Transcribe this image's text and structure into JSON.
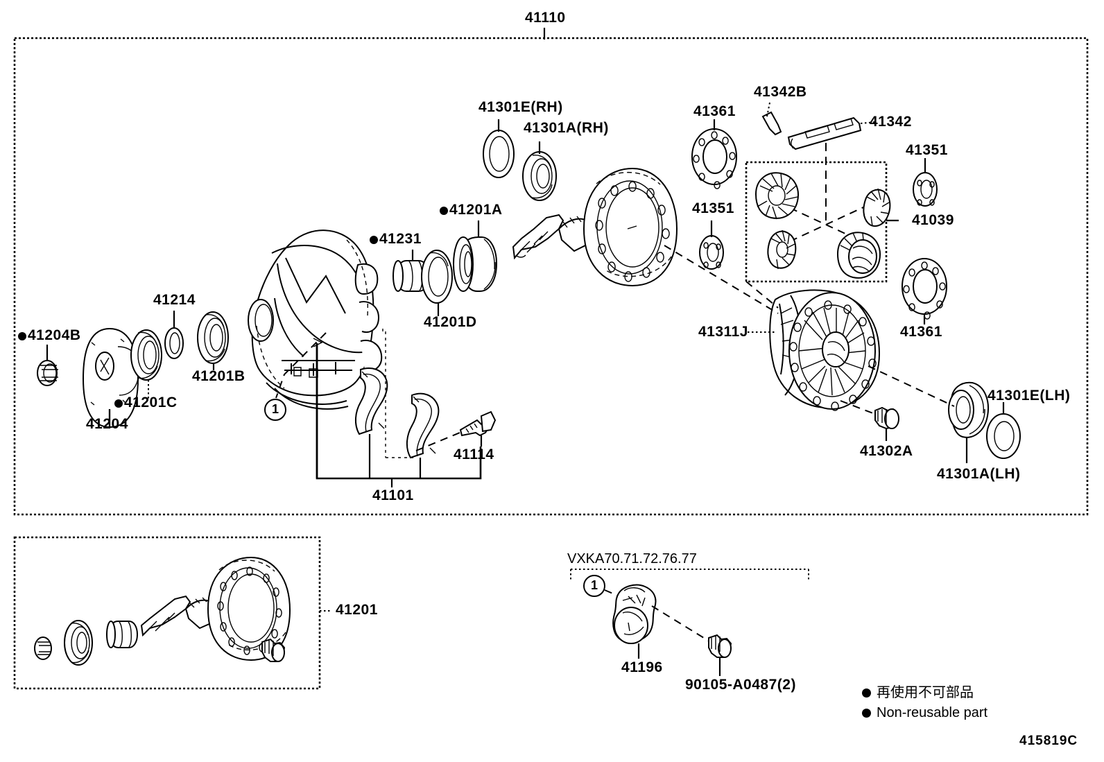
{
  "diagram": {
    "title_label": "41110",
    "drawing_code": "415819C",
    "sub_group_label": "41201",
    "applicability_note": "VXKA70.71.72.76.77",
    "bracket_group_label": "41101",
    "callout_marker": "1"
  },
  "legend": {
    "japanese": "再使用不可部品",
    "english": "Non-reusable part"
  },
  "parts": [
    {
      "id": "p41204B",
      "number": "41204B",
      "nonreusable": true,
      "desc": "nut"
    },
    {
      "id": "p41204",
      "number": "41204",
      "nonreusable": false,
      "desc": "companion-flange-cover"
    },
    {
      "id": "p41201C",
      "number": "41201C",
      "nonreusable": true,
      "desc": "oil-seal"
    },
    {
      "id": "p41214",
      "number": "41214",
      "nonreusable": false,
      "desc": "shim-washer"
    },
    {
      "id": "p41201B",
      "number": "41201B",
      "nonreusable": false,
      "desc": "front-bearing"
    },
    {
      "id": "p41231",
      "number": "41231",
      "nonreusable": true,
      "desc": "bearing-spacer"
    },
    {
      "id": "p41201D",
      "number": "41201D",
      "nonreusable": false,
      "desc": "pinion-shim"
    },
    {
      "id": "p41201A",
      "number": "41201A",
      "nonreusable": true,
      "desc": "rear-bearing"
    },
    {
      "id": "p41301ERH",
      "number": "41301E(RH)",
      "nonreusable": false,
      "desc": "side-bearing-shim-rh"
    },
    {
      "id": "p41301ARH",
      "number": "41301A(RH)",
      "nonreusable": false,
      "desc": "side-bearing-rh"
    },
    {
      "id": "p41361a",
      "number": "41361",
      "nonreusable": false,
      "desc": "thrust-washer-left"
    },
    {
      "id": "p41342B",
      "number": "41342B",
      "nonreusable": false,
      "desc": "lock-pin"
    },
    {
      "id": "p41342",
      "number": "41342",
      "nonreusable": false,
      "desc": "pinion-shaft"
    },
    {
      "id": "p41351a",
      "number": "41351",
      "nonreusable": false,
      "desc": "pinion-thrust-washer-left"
    },
    {
      "id": "p41351b",
      "number": "41351",
      "nonreusable": false,
      "desc": "pinion-thrust-washer-right"
    },
    {
      "id": "p41039",
      "number": "41039",
      "nonreusable": false,
      "desc": "differential-gear-kit"
    },
    {
      "id": "p41361b",
      "number": "41361",
      "nonreusable": false,
      "desc": "thrust-washer-right"
    },
    {
      "id": "p41311J",
      "number": "41311J",
      "nonreusable": false,
      "desc": "differential-case"
    },
    {
      "id": "p41302A",
      "number": "41302A",
      "nonreusable": false,
      "desc": "ring-gear-bolt"
    },
    {
      "id": "p41301ELH",
      "number": "41301E(LH)",
      "nonreusable": false,
      "desc": "side-bearing-shim-lh"
    },
    {
      "id": "p41301ALH",
      "number": "41301A(LH)",
      "nonreusable": false,
      "desc": "side-bearing-lh"
    },
    {
      "id": "p41114",
      "number": "41114",
      "nonreusable": false,
      "desc": "bearing-cap-bolt"
    },
    {
      "id": "p41196",
      "number": "41196",
      "nonreusable": false,
      "desc": "breather-bracket"
    },
    {
      "id": "p90105",
      "number": "90105-A0487(2)",
      "nonreusable": false,
      "desc": "bolt"
    }
  ]
}
